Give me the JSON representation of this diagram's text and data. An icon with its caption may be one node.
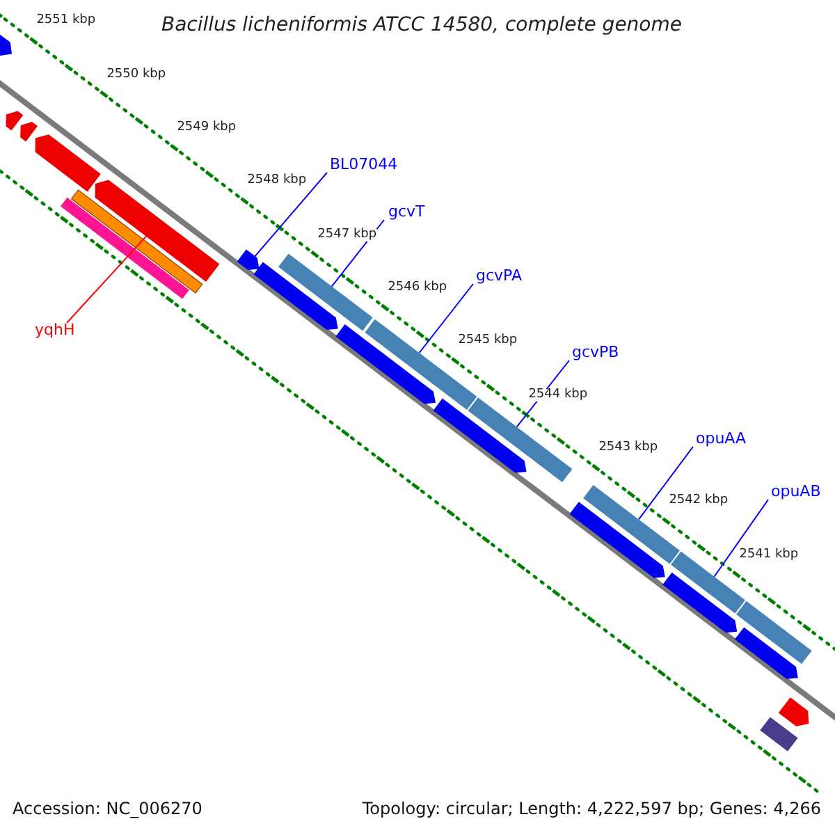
{
  "diagram": {
    "title": "Bacillus licheniformis ATCC 14580, complete genome",
    "nodes": [
      {
        "text": [
          "BL07044"
        ]
      },
      {
        "text": [
          "gcvT"
        ]
      },
      {
        "text": [
          "gcvPA"
        ]
      },
      {
        "text": [
          "yqhH"
        ]
      },
      {
        "text": [
          "gcvPB"
        ]
      },
      {
        "text": [
          "opuAA"
        ]
      },
      {
        "text": [
          "opuAB"
        ]
      },
      {
        "text": [],
        "shape": "bar"
      },
      {
        "text": [],
        "shape": "bar"
      },
      {
        "text": [],
        "shape": "bar"
      },
      {
        "text": [],
        "shape": "bar"
      },
      {
        "text": [],
        "shape": "bar"
      },
      {
        "text": [],
        "shape": "bar"
      },
      {
        "text": [],
        "shape": "bar"
      },
      {
        "text": [],
        "shape": "bar"
      },
      {
        "text": [],
        "shape": "bar"
      },
      {
        "text": [],
        "shape": "bar"
      },
      {
        "text": [],
        "shape": "bar"
      },
      {
        "text": [],
        "shape": "bar"
      },
      {
        "text": [],
        "shape": "bar"
      },
      {
        "text": [],
        "shape": "bar"
      },
      {
        "text": [],
        "shape": "bar"
      },
      {
        "text": [],
        "shape": "bar"
      },
      {
        "text": [],
        "shape": "bar"
      },
      {
        "text": [],
        "shape": "bar"
      },
      {
        "text": [],
        "shape": "bar"
      },
      {
        "text": [],
        "shape": "bar"
      },
      {
        "text": [],
        "shape": "bar"
      },
      {
        "text": [],
        "shape": "bar"
      }
    ],
    "edges": [
      {
        "from": 0,
        "to": 7,
        "arrow": "none"
      },
      {
        "from": 1,
        "to": 8,
        "arrow": "none"
      },
      {
        "from": 2,
        "to": 9,
        "arrow": "none"
      },
      {
        "from": 3,
        "to": 13,
        "arrow": "none",
        "color": "#ff0000"
      },
      {
        "from": 4,
        "to": 10,
        "arrow": "none"
      },
      {
        "from": 5,
        "to": 11,
        "arrow": "none"
      },
      {
        "from": 6,
        "to": 12,
        "arrow": "none"
      }
    ],
    "labels": [
      "2551 kbp",
      "2550 kbp",
      "2549 kbp",
      "2548 kbp",
      "2547 kbp",
      "2546 kbp",
      "2545 kbp",
      "2544 kbp",
      "2543 kbp",
      "2542 kbp",
      "2541 kbp",
      "Accession: NC_006270",
      "Topology: circular; Length: 4,222,597 bp; Genes: 4,266"
    ]
  }
}
